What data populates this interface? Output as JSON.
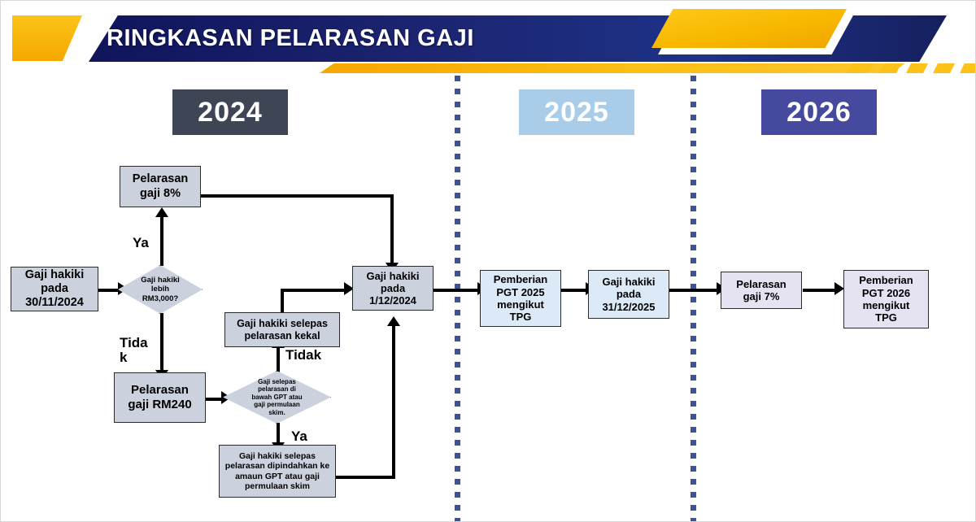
{
  "header": {
    "title": "RINGKASAN PELARASAN GAJI"
  },
  "timeline": {
    "years": [
      {
        "label": "2024",
        "color": "#3e4554"
      },
      {
        "label": "2025",
        "color": "#a9cce8"
      },
      {
        "label": "2026",
        "color": "#464a9e"
      }
    ]
  },
  "chart_data": {
    "type": "diagram",
    "title": "RINGKASAN PELARASAN GAJI",
    "nodes": [
      {
        "id": "n1",
        "shape": "process",
        "year": "2024",
        "text": "Gaji hakiki\npada\n30/11/2024"
      },
      {
        "id": "d1",
        "shape": "decision",
        "year": "2024",
        "text": "Gaji hakiki\nlebih\nRM3,000?"
      },
      {
        "id": "n2",
        "shape": "process",
        "year": "2024",
        "text": "Pelarasan\ngaji 8%"
      },
      {
        "id": "n3",
        "shape": "process",
        "year": "2024",
        "text": "Pelarasan\ngaji RM240"
      },
      {
        "id": "d2",
        "shape": "decision",
        "year": "2024",
        "text": "Gaji selepas\npelarasan di\nbawah GPT atau\ngaji permulaan\nskim."
      },
      {
        "id": "n4",
        "shape": "process",
        "year": "2024",
        "text": "Gaji hakiki selepas\npelarasan kekal"
      },
      {
        "id": "n5",
        "shape": "process",
        "year": "2024",
        "text": "Gaji hakiki selepas\npelarasan dipindahkan ke\namaun GPT atau gaji\npermulaan skim"
      },
      {
        "id": "n6",
        "shape": "process",
        "year": "2024",
        "text": "Gaji hakiki\npada 1/12/2024"
      },
      {
        "id": "n7",
        "shape": "process",
        "year": "2025",
        "text": "Pemberian\nPGT 2025\nmengikut\nTPG"
      },
      {
        "id": "n8",
        "shape": "process",
        "year": "2025",
        "text": "Gaji hakiki\npada\n31/12/2025"
      },
      {
        "id": "n9",
        "shape": "process",
        "year": "2026",
        "text": "Pelarasan\ngaji 7%"
      },
      {
        "id": "n10",
        "shape": "process",
        "year": "2026",
        "text": "Pemberian\nPGT 2026\nmengikut\nTPG"
      }
    ],
    "edges": [
      {
        "from": "n1",
        "to": "d1",
        "label": ""
      },
      {
        "from": "d1",
        "to": "n2",
        "label": "Ya"
      },
      {
        "from": "d1",
        "to": "n3",
        "label": "Tidak"
      },
      {
        "from": "n2",
        "to": "n6",
        "label": ""
      },
      {
        "from": "n3",
        "to": "d2",
        "label": ""
      },
      {
        "from": "d2",
        "to": "n4",
        "label": "Tidak"
      },
      {
        "from": "d2",
        "to": "n5",
        "label": "Ya"
      },
      {
        "from": "n4",
        "to": "n6",
        "label": ""
      },
      {
        "from": "n5",
        "to": "n6",
        "label": ""
      },
      {
        "from": "n6",
        "to": "n7",
        "label": ""
      },
      {
        "from": "n7",
        "to": "n8",
        "label": ""
      },
      {
        "from": "n8",
        "to": "n9",
        "label": ""
      },
      {
        "from": "n9",
        "to": "n10",
        "label": ""
      }
    ],
    "colors": {
      "node_2024": "#ccd1de",
      "node_2025": "#dce9f7",
      "node_2026": "#e5e2f2",
      "header_navy": "#1b2470",
      "accent_gold": "#f8b700",
      "divider_blue": "#3c5496"
    }
  },
  "nodes": {
    "n1": "Gaji hakiki\npada\n30/11/2024",
    "d1": "Gaji hakiki\nlebih\nRM3,000?",
    "n2": "Pelarasan\ngaji 8%",
    "n3": "Pelarasan\ngaji RM240",
    "d2": "Gaji selepas\npelarasan di\nbawah GPT atau\ngaji permulaan\nskim.",
    "n4": "Gaji hakiki selepas\npelarasan kekal",
    "n5": "Gaji hakiki selepas\npelarasan dipindahkan ke\namaun GPT atau gaji\npermulaan skim",
    "n6": "Gaji hakiki\npada 1/12/2024",
    "n7": "Pemberian\nPGT 2025\nmengikut\nTPG",
    "n8": "Gaji hakiki\npada\n31/12/2025",
    "n9": "Pelarasan\ngaji 7%",
    "n10": "Pemberian\nPGT 2026\nmengikut\nTPG"
  },
  "labels": {
    "ya_top": "Ya",
    "tidak_left": "Tida\nk",
    "tidak_mid": "Tidak",
    "ya_bottom": "Ya"
  }
}
